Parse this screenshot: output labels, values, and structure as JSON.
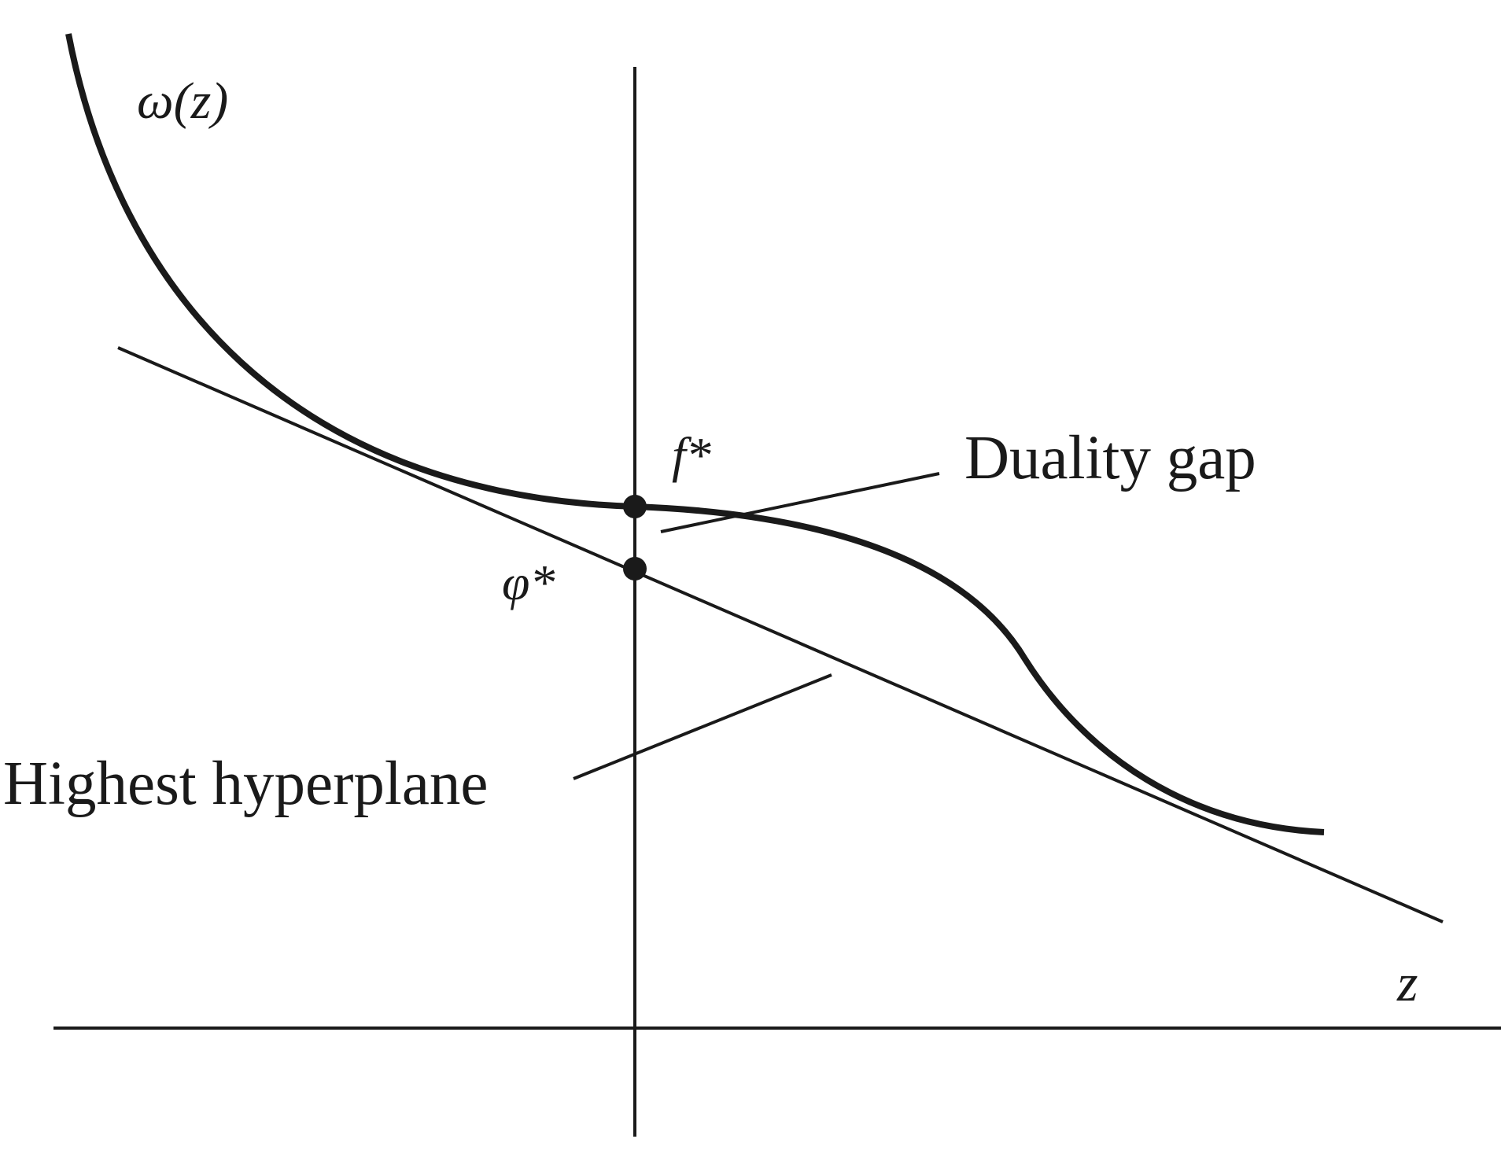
{
  "labels": {
    "curve": "ω(z)",
    "f_star": "f*",
    "phi_star": "φ*",
    "duality_gap": "Duality gap",
    "highest_hyperplane": "Highest hyperplane",
    "z_axis": "z"
  },
  "colors": {
    "ink": "#1a1a1a",
    "background": "#ffffff"
  }
}
